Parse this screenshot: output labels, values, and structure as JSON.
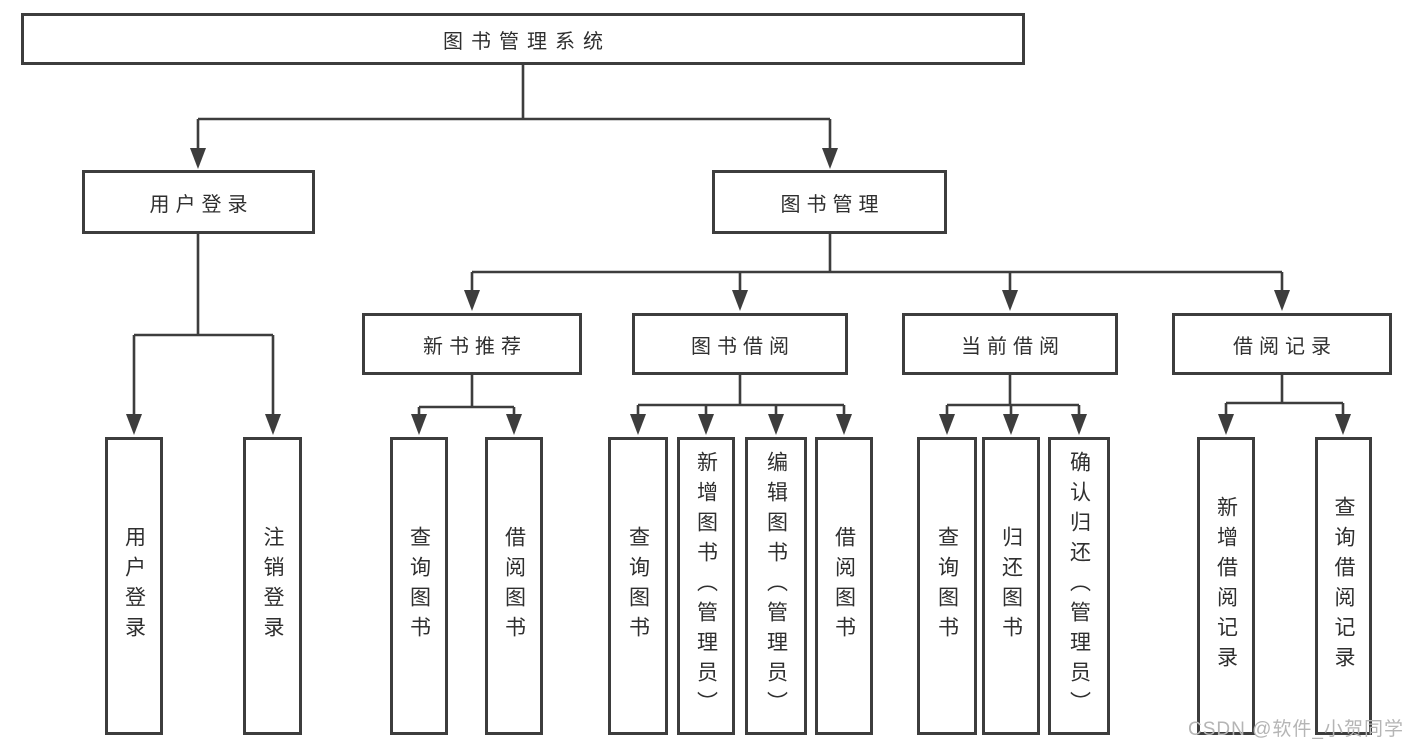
{
  "tree": {
    "root_label": "图书管理系统",
    "user_branch": {
      "label": "用户登录",
      "leaves": [
        "用户登录",
        "注销登录"
      ]
    },
    "book_branch": {
      "label": "图书管理",
      "groups": [
        {
          "label": "新书推荐",
          "leaves": [
            "查询图书",
            "借阅图书"
          ]
        },
        {
          "label": "图书借阅",
          "leaves": [
            "查询图书",
            "新增图书（管理员）",
            "编辑图书（管理员）",
            "借阅图书"
          ]
        },
        {
          "label": "当前借阅",
          "leaves": [
            "查询图书",
            "归还图书",
            "确认归还（管理员）"
          ]
        },
        {
          "label": "借阅记录",
          "leaves": [
            "新增借阅记录",
            "查询借阅记录"
          ]
        }
      ]
    }
  },
  "watermark": {
    "text": "CSDN @软件_小贺同学"
  },
  "colors": {
    "line": "#3d3d3d",
    "text": "#2f2f2f",
    "background": "#ffffff",
    "watermark": "#b5b5b5"
  }
}
